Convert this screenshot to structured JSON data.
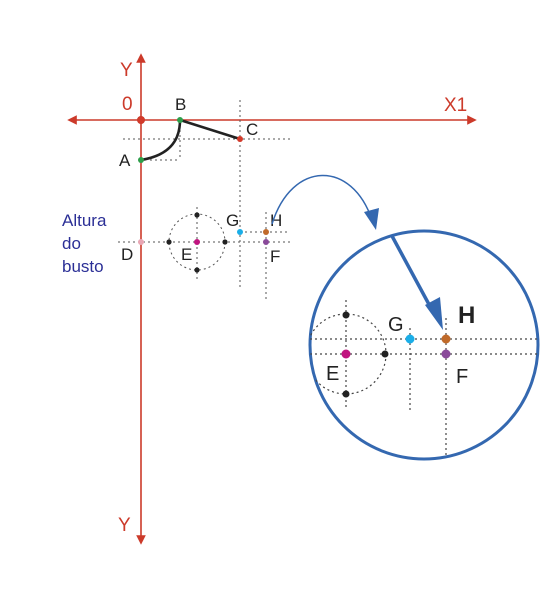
{
  "labels": {
    "y_top": "Y",
    "y_bottom": "Y",
    "origin": "0",
    "x1": "X1",
    "A": "A",
    "B": "B",
    "C": "C",
    "D": "D",
    "E": "E",
    "F": "F",
    "G": "G",
    "H": "H",
    "bust_line1": "Altura",
    "bust_line2": "do",
    "bust_line3": "busto",
    "zoom_G": "G",
    "zoom_H": "H",
    "zoom_E": "E",
    "zoom_F": "F"
  },
  "colors": {
    "axis": "#cc3a2a",
    "curve": "#222222",
    "zoom_circle": "#3468b0",
    "arrow": "#3468b0",
    "text_blue": "#2b2f96",
    "point_green": "#2e9e4a",
    "point_red": "#d33a2a",
    "point_magenta": "#c0157f",
    "point_cyan": "#1aaee8",
    "point_orange": "#c06a2a",
    "point_purple": "#8a4a9a",
    "point_pink": "#e9a7b5",
    "point_black": "#222222"
  }
}
